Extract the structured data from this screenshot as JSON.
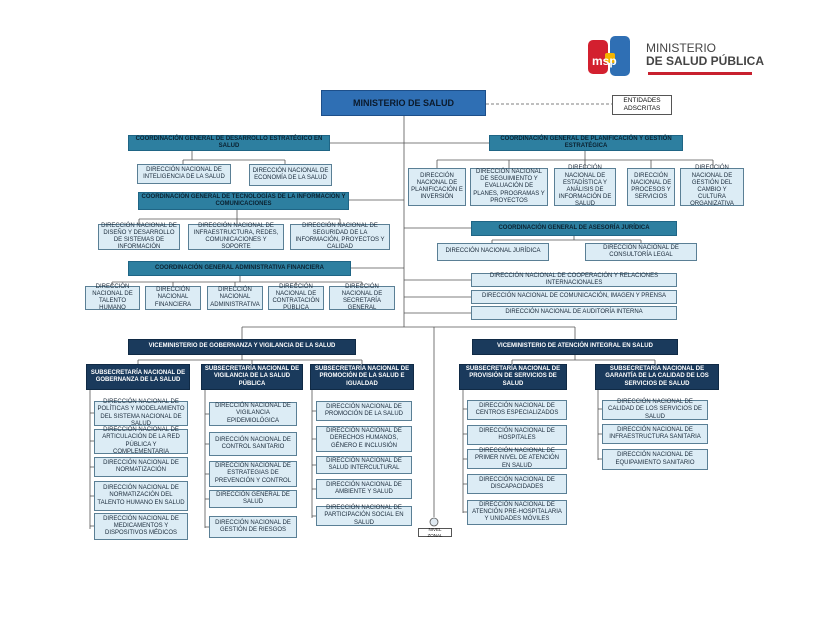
{
  "header": {
    "logo_glyph": "msp",
    "logo_line1": "MINISTERIO",
    "logo_line2": "DE SALUD PÚBLICA",
    "colors": {
      "red": "#d3202f",
      "blue": "#2f6fb4",
      "yellow": "#f5b400"
    }
  },
  "top": {
    "ministry": "MINISTERIO DE SALUD",
    "adscritas": "ENTIDADES ADSCRITAS"
  },
  "left": {
    "c1": "COORDINACIÓN GENERAL DE DESARROLLO ESTRATÉGICO EN SALUD",
    "c1_units": [
      "DIRECCIÓN NACIONAL DE INTELIGENCIA DE LA SALUD",
      "DIRECCIÓN NACIONAL DE ECONOMÍA DE LA SALUD"
    ],
    "c2": "COORDINACIÓN GENERAL DE TECNOLOGÍAS DE LA INFORMACIÓN Y COMUNICACIONES",
    "c2_units": [
      "DIRECCIÓN NACIONAL DE DISEÑO Y DESARROLLO DE SISTEMAS DE INFORMACIÓN",
      "DIRECCIÓN NACIONAL DE INFRAESTRUCTURA, REDES, COMUNICACIONES Y SOPORTE",
      "DIRECCIÓN NACIONAL DE SEGURIDAD DE LA INFORMACIÓN, PROYECTOS Y CALIDAD"
    ],
    "c3": "COORDINACIÓN GENERAL ADMINISTRATIVA FINANCIERA",
    "c3_units": [
      "DIRECCIÓN NACIONAL DE TALENTO HUMANO",
      "DIRECCIÓN NACIONAL FINANCIERA",
      "DIRECCIÓN NACIONAL ADMINISTRATIVA",
      "DIRECCIÓN NACIONAL DE CONTRATACIÓN PÚBLICA",
      "DIRECCIÓN NACIONAL DE SECRETARÍA GENERAL"
    ]
  },
  "right": {
    "c4": "COORDINACIÓN GENERAL DE PLANIFICACIÓN Y GESTIÓN ESTRATÉGICA",
    "c4_units": [
      "DIRECCIÓN NACIONAL DE PLANIFICACIÓN E INVERSIÓN",
      "DIRECCIÓN NACIONAL DE SEGUIMIENTO Y EVALUACIÓN DE PLANES, PROGRAMAS Y PROYECTOS",
      "DIRECCIÓN NACIONAL DE ESTADÍSTICA Y ANÁLISIS DE INFORMACIÓN DE SALUD",
      "DIRECCIÓN NACIONAL DE PROCESOS Y SERVICIOS",
      "DIRECCIÓN NACIONAL DE GESTIÓN DEL CAMBIO Y CULTURA ORGANIZATIVA"
    ],
    "c5": "COORDINACIÓN GENERAL DE ASESORÍA JURÍDICA",
    "c5_units": [
      "DIRECCIÓN NACIONAL JURÍDICA",
      "DIRECCIÓN NACIONAL DE CONSULTORÍA LEGAL"
    ],
    "direct_units": [
      "DIRECCIÓN NACIONAL DE COOPERACIÓN Y RELACIONES INTERNACIONALES",
      "DIRECCIÓN NACIONAL DE COMUNICACIÓN, IMAGEN Y PRENSA",
      "DIRECCIÓN NACIONAL DE AUDITORÍA INTERNA"
    ]
  },
  "vice": {
    "v1": "VICEMINISTERIO DE GOBERNANZA Y VIGILANCIA DE LA SALUD",
    "v2": "VICEMINISTERIO DE ATENCIÓN INTEGRAL EN SALUD",
    "s1": "SUBSECRETARÍA NACIONAL DE GOBERNANZA DE LA SALUD",
    "s1_units": [
      "DIRECCIÓN NACIONAL DE POLÍTICAS Y MODELAMIENTO DEL SISTEMA NACIONAL DE SALUD",
      "DIRECCIÓN NACIONAL DE ARTICULACIÓN DE LA RED PÚBLICA Y COMPLEMENTARIA",
      "DIRECCIÓN NACIONAL DE NORMATIZACIÓN",
      "DIRECCIÓN NACIONAL DE NORMATIZACIÓN DEL TALENTO HUMANO EN SALUD",
      "DIRECCIÓN NACIONAL DE MEDICAMENTOS Y DISPOSITIVOS MÉDICOS"
    ],
    "s2": "SUBSECRETARÍA NACIONAL DE VIGILANCIA DE LA SALUD PÚBLICA",
    "s2_units": [
      "DIRECCIÓN NACIONAL DE VIGILANCIA EPIDEMIOLÓGICA",
      "DIRECCIÓN NACIONAL DE CONTROL SANITARIO",
      "DIRECCIÓN NACIONAL DE ESTRATEGIAS DE PREVENCIÓN Y CONTROL",
      "DIRECCIÓN GENERAL DE SALUD",
      "DIRECCIÓN NACIONAL DE GESTIÓN DE RIESGOS"
    ],
    "s3": "SUBSECRETARÍA NACIONAL DE PROMOCIÓN DE LA SALUD E IGUALDAD",
    "s3_units": [
      "DIRECCIÓN NACIONAL DE PROMOCIÓN DE LA SALUD",
      "DIRECCIÓN NACIONAL DE DERECHOS HUMANOS, GÉNERO E INCLUSIÓN",
      "DIRECCIÓN NACIONAL DE SALUD INTERCULTURAL",
      "DIRECCIÓN NACIONAL DE AMBIENTE Y SALUD",
      "DIRECCIÓN NACIONAL DE PARTICIPACIÓN SOCIAL EN SALUD"
    ],
    "nivel": "NIVEL ZONAL",
    "s4": "SUBSECRETARÍA NACIONAL DE PROVISIÓN DE SERVICIOS DE SALUD",
    "s4_units": [
      "DIRECCIÓN NACIONAL DE CENTROS ESPECIALIZADOS",
      "DIRECCIÓN NACIONAL DE HOSPITALES",
      "DIRECCIÓN NACIONAL DE PRIMER NIVEL DE ATENCIÓN EN SALUD",
      "DIRECCIÓN NACIONAL DE DISCAPACIDADES",
      "DIRECCIÓN NACIONAL DE ATENCIÓN PRE-HOSPITALARIA Y UNIDADES MÓVILES"
    ],
    "s5": "SUBSECRETARÍA NACIONAL DE GARANTÍA DE LA CALIDAD DE LOS SERVICIOS DE SALUD",
    "s5_units": [
      "DIRECCIÓN NACIONAL DE CALIDAD DE LOS SERVICIOS DE SALUD",
      "DIRECCIÓN NACIONAL DE INFRAESTRUCTURA SANITARIA",
      "DIRECCIÓN NACIONAL DE EQUIPAMIENTO SANITARIO"
    ]
  }
}
